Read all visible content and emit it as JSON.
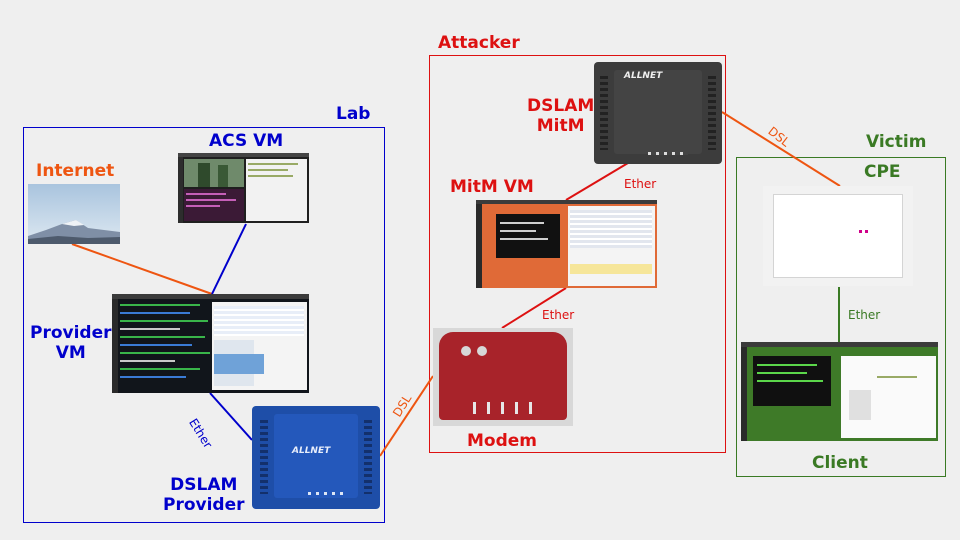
{
  "colors": {
    "lab": "#0000cc",
    "attacker": "#dd1111",
    "victim": "#3a7a24",
    "internet": "#ee5511",
    "dsl_link": "#ee5511",
    "background": "#efefef"
  },
  "regions": {
    "lab": "Lab",
    "attacker": "Attacker",
    "victim": "Victim"
  },
  "nodes": {
    "internet": {
      "label": "Internet",
      "icon": "mountain-photo-icon"
    },
    "acs_vm": {
      "label": "ACS VM",
      "icon": "desktop-screenshot-icon"
    },
    "provider_vm": {
      "label": "Provider\nVM",
      "icon": "desktop-screenshot-icon"
    },
    "dslam_provider": {
      "label": "DSLAM\nProvider",
      "icon": "allnet-dslam-icon",
      "brand": "ALLNET"
    },
    "dslam_mitm": {
      "label": "DSLAM\nMitM",
      "icon": "allnet-dslam-icon",
      "brand": "ALLNET"
    },
    "mitm_vm": {
      "label": "MitM VM",
      "icon": "desktop-screenshot-icon"
    },
    "modem": {
      "label": "Modem",
      "icon": "router-icon"
    },
    "cpe": {
      "label": "CPE",
      "icon": "router-icon"
    },
    "client": {
      "label": "Client",
      "icon": "desktop-screenshot-icon"
    }
  },
  "links": {
    "internet_provider": {
      "from": "internet",
      "to": "provider_vm",
      "label": ""
    },
    "acs_provider": {
      "from": "acs_vm",
      "to": "provider_vm",
      "label": ""
    },
    "provider_dslam": {
      "from": "provider_vm",
      "to": "dslam_provider",
      "label": "Ether"
    },
    "dslam_modem": {
      "from": "dslam_provider",
      "to": "modem",
      "label": "DSL"
    },
    "modem_mitm": {
      "from": "modem",
      "to": "mitm_vm",
      "label": "Ether"
    },
    "mitm_dslam": {
      "from": "mitm_vm",
      "to": "dslam_mitm",
      "label": "Ether"
    },
    "dslam_cpe": {
      "from": "dslam_mitm",
      "to": "cpe",
      "label": "DSL"
    },
    "cpe_client": {
      "from": "cpe",
      "to": "client",
      "label": "Ether"
    }
  }
}
